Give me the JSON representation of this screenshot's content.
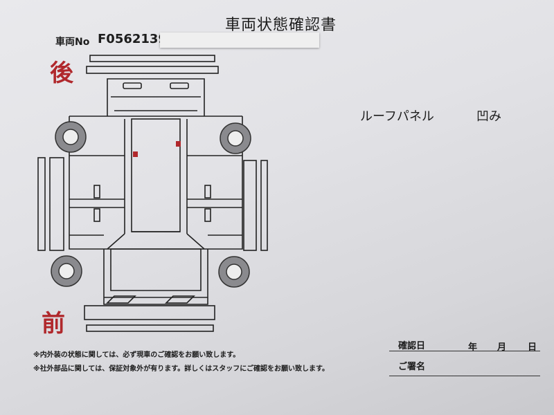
{
  "title": "車両状態確認書",
  "vehicle": {
    "label": "車両No",
    "number": "F0562139"
  },
  "diagram": {
    "rear_label": "後",
    "front_label": "前",
    "mark_color": "#b0282c"
  },
  "damage": {
    "part": "ルーフパネル",
    "type": "凹み"
  },
  "notes": [
    "※内外装の状態に関しては、必ず現車のご確認をお願い致します。",
    "※社外部品に関しては、保証対象外が有ります。詳しくはスタッフにご確認をお願い致します。"
  ],
  "confirmation": {
    "date_label": "確認日",
    "year": "年",
    "month": "月",
    "day": "日",
    "signature_label": "ご署名"
  }
}
